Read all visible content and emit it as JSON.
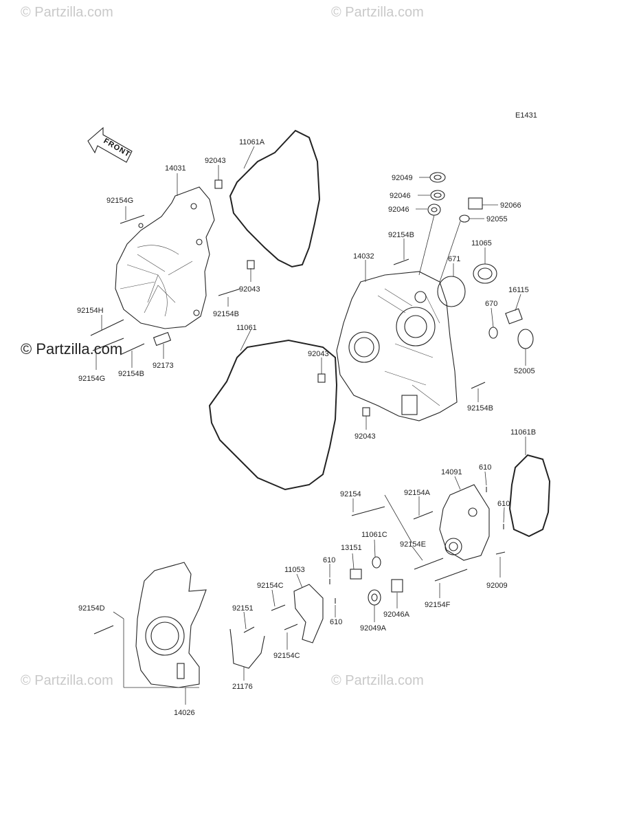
{
  "watermarks": {
    "top_left": "© Partzilla.com",
    "top_right": "© Partzilla.com",
    "middle_left": "© Partzilla.com",
    "bottom_left": "© Partzilla.com",
    "bottom_right": "© Partzilla.com"
  },
  "diagram_code": "E1431",
  "front_arrow_label": "FRONT",
  "part_labels": {
    "p14031": "14031",
    "p92043_a": "92043",
    "p11061A": "11061A",
    "p92154G_a": "92154G",
    "p92043_b": "92043",
    "p92154B_a": "92154B",
    "p92154H": "92154H",
    "p92154G_b": "92154G",
    "p92154B_b": "92154B",
    "p92173": "92173",
    "p11061": "11061",
    "p92043_c": "92043",
    "p92043_d": "92043",
    "p92049": "92049",
    "p92046_a": "92046",
    "p92046_b": "92046",
    "p92066": "92066",
    "p92055": "92055",
    "p92154B_c": "92154B",
    "p14032": "14032",
    "p671": "671",
    "p11065": "11065",
    "p16115": "16115",
    "p670": "670",
    "p52005": "52005",
    "p92154B_d": "92154B",
    "p11061B": "11061B",
    "p14091": "14091",
    "p610_a": "610",
    "p92154": "92154",
    "p92154A": "92154A",
    "p610_b": "610",
    "p11061C": "11061C",
    "p13151": "13151",
    "p92154E": "92154E",
    "p610_c": "610",
    "p11053": "11053",
    "p92154C_a": "92154C",
    "p92154D": "92154D",
    "p92151": "92151",
    "p610_d": "610",
    "p92154C_b": "92154C",
    "p92049A": "92049A",
    "p92046A": "92046A",
    "p92154F": "92154F",
    "p92009": "92009",
    "p21176": "21176",
    "p14026": "14026"
  }
}
